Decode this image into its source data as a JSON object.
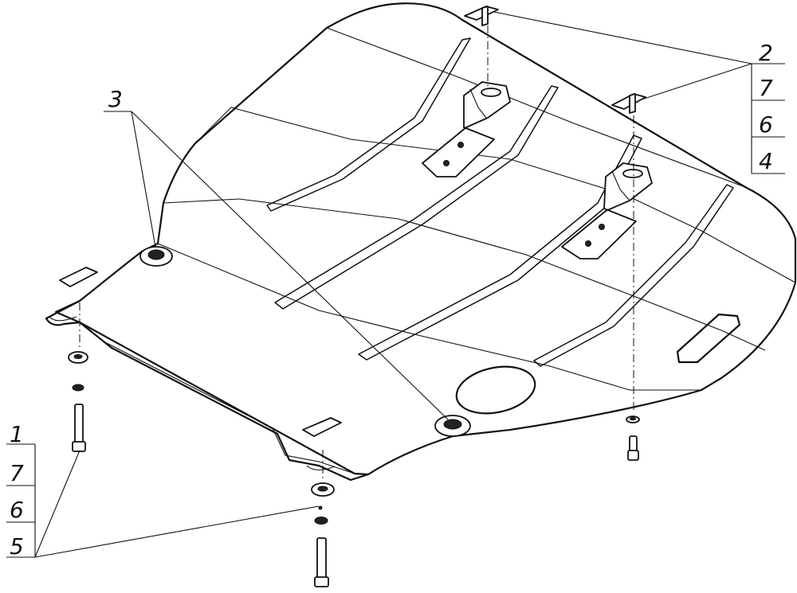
{
  "callouts": {
    "left_stack": [
      "1",
      "7",
      "6",
      "5"
    ],
    "right_stack": [
      "2",
      "7",
      "6",
      "4"
    ],
    "single": "3"
  }
}
